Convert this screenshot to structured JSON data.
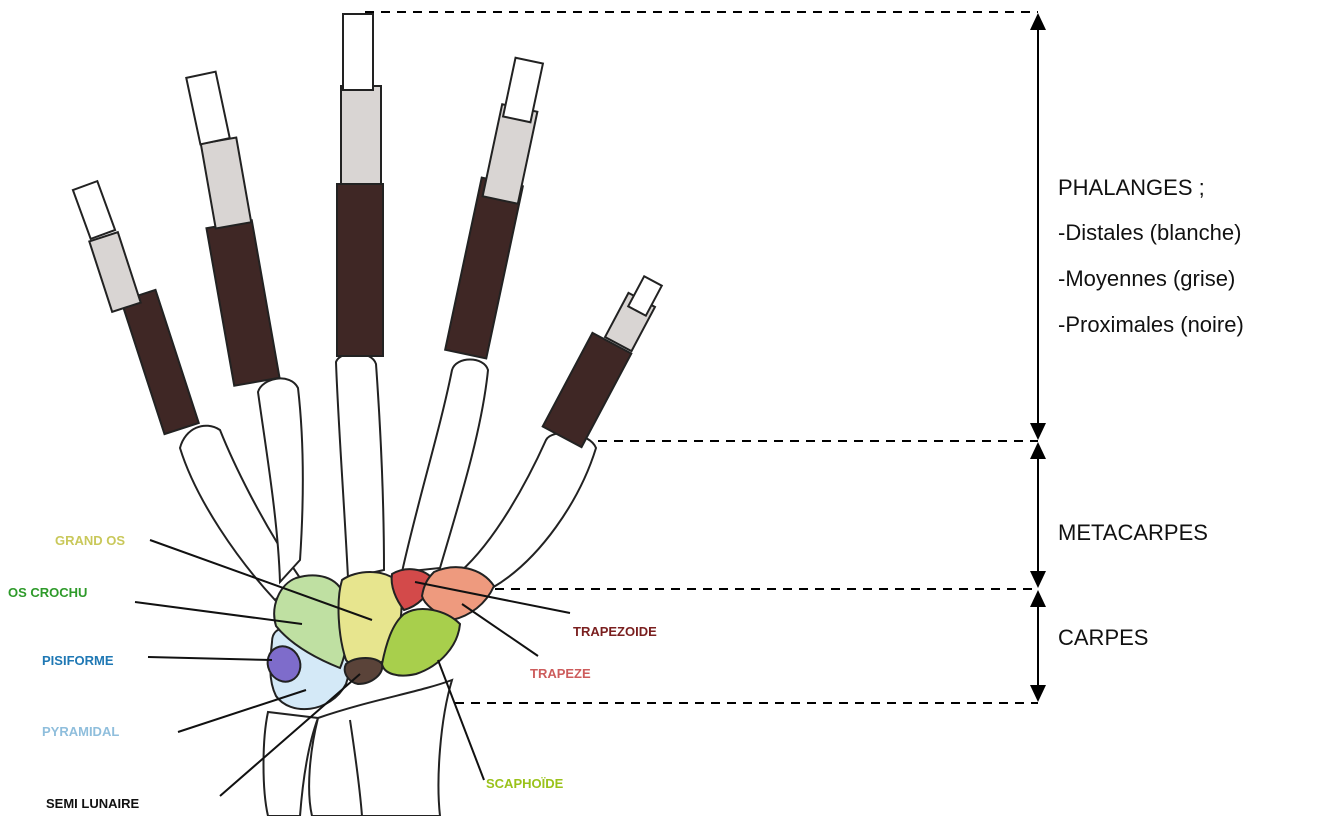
{
  "sections": {
    "phalanges_title": "PHALANGES ;",
    "phalanges_lines": [
      "-Distales (blanche)",
      "-Moyennes (grise)",
      "-Proximales (noire)"
    ],
    "metacarpes": "METACARPES",
    "carpes": "CARPES"
  },
  "bones": [
    {
      "key": "grand_os",
      "label": "GRAND OS",
      "color": "#c9c85a"
    },
    {
      "key": "os_crochu",
      "label": "OS CROCHU",
      "color": "#2e9a2a"
    },
    {
      "key": "pisiforme",
      "label": "PISIFORME",
      "color": "#1f78b4"
    },
    {
      "key": "pyramidal",
      "label": "PYRAMIDAL",
      "color": "#8fbedc"
    },
    {
      "key": "semi_lunaire",
      "label": "SEMI LUNAIRE",
      "color": "#111111"
    },
    {
      "key": "scaphoide",
      "label": "SCAPHOÏDE",
      "color": "#9ac21a"
    },
    {
      "key": "trapezoide",
      "label": "TRAPEZOIDE",
      "color": "#7a1f1f"
    },
    {
      "key": "trapeze",
      "label": "TRAPEZE",
      "color": "#cd5c5c"
    }
  ],
  "fills": {
    "distal": "#ffffff",
    "middle": "#d9d5d3",
    "proximal": "#3f2725",
    "grand_os": "#e7e58e",
    "os_crochu": "#bfe0a2",
    "scaphoide": "#a8cf4c",
    "trapezoide": "#d34a4a",
    "trapeze": "#ee9a7e",
    "pisiforme": "#7e6ccb",
    "pyramidal": "#d4e9f7",
    "semi_lunaire": "#5a4339"
  }
}
